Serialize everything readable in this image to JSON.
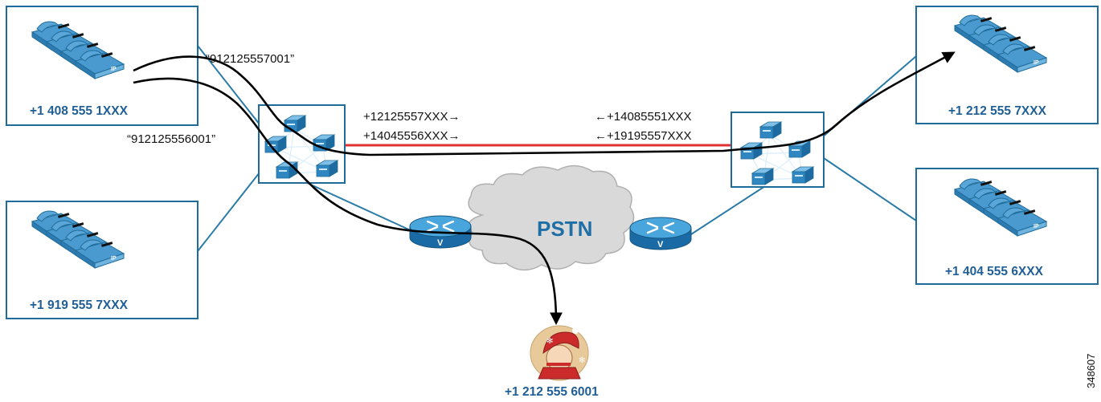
{
  "sites": {
    "site_408": "+1 408 555 1XXX",
    "site_919": "+1 919 555 7XXX",
    "site_212": "+1 212 555 7XXX",
    "site_404": "+1 404 555 6XXX"
  },
  "dialed_strings": {
    "dial_1": "“912125557001”",
    "dial_2": "“912125556001”"
  },
  "trunk_routes": {
    "left_1": "+12125557XXX→",
    "left_2": "+14045556XXX→",
    "right_1": "←+14085551XXX",
    "right_2": "←+19195557XXX"
  },
  "cloud_label": "PSTN",
  "pstn_user_number": "+1 212 555 6001",
  "figure_id": "348607",
  "icons": [
    "ip-phone-stack-icon",
    "call-manager-cluster-icon",
    "voice-gateway-router-icon",
    "pstn-cloud-icon",
    "pstn-user-icon"
  ],
  "colors": {
    "site_border": "#1f6c9a",
    "link": "#2a7ba8",
    "trunk": "#e03030",
    "call_path": "#000000",
    "label_blue": "#1f5e96",
    "phone_blue": "#3c8fc4",
    "router_blue": "#1a72b0"
  }
}
